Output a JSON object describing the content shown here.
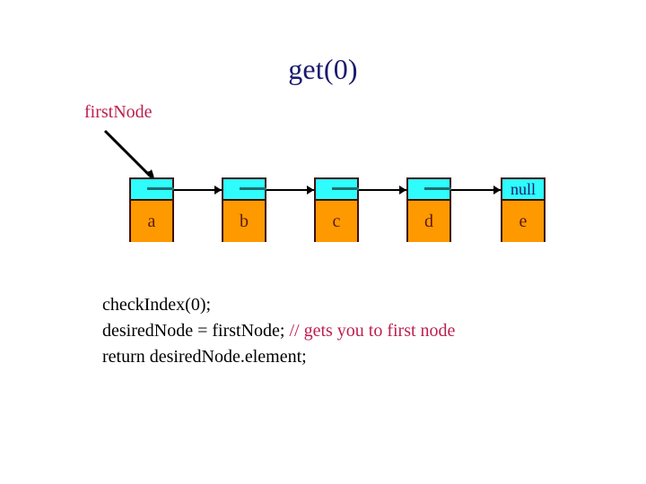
{
  "slide": {
    "title": "get(0)",
    "background_color": "#ffffff"
  },
  "diagram": {
    "pointer_label": "firstNode",
    "pointer_label_color": "#be1e4e",
    "node_border_color": "#3d1010",
    "node_link_color": "#2ffcfc",
    "node_data_color": "#ff9900",
    "arrow_color": "#000000",
    "nodes": [
      {
        "data": "a",
        "link": "",
        "has_null": false
      },
      {
        "data": "b",
        "link": "",
        "has_null": false
      },
      {
        "data": "c",
        "link": "",
        "has_null": false
      },
      {
        "data": "d",
        "link": "",
        "has_null": false
      },
      {
        "data": "e",
        "link": "null",
        "has_null": true
      }
    ]
  },
  "code": {
    "line1": "checkIndex(0);",
    "line2_main": "desiredNode = firstNode;",
    "line2_comment": "// gets you to first node",
    "line3": "return desiredNode.element;",
    "comment_color": "#be1e4e"
  }
}
